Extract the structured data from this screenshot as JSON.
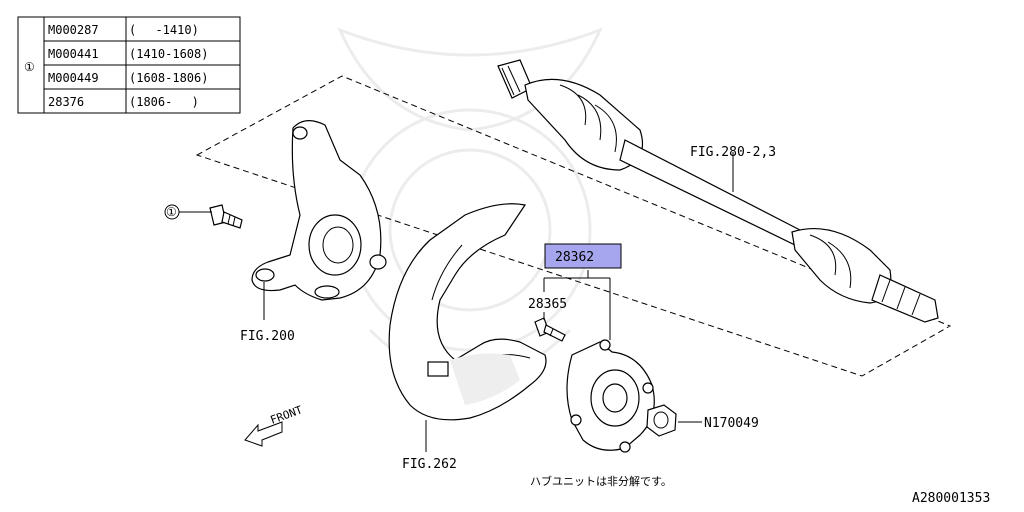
{
  "table": {
    "ref_mark": "①",
    "rows": [
      {
        "part": "M000287",
        "range": "(　 -1410)"
      },
      {
        "part": "M000441",
        "range": "(1410-1608)"
      },
      {
        "part": "M000449",
        "range": "(1608-1806)"
      },
      {
        "part": "28376",
        "range": "(1806- 　)"
      }
    ]
  },
  "callouts": {
    "bolt_ref": "①",
    "fig_200": "FIG.200",
    "fig_262": "FIG.262",
    "fig_280": "FIG.280-2,3",
    "hub_assy": "28362",
    "hub_bolt": "28365",
    "nut": "N170049",
    "front": "FRONT"
  },
  "note": "ハブユニットは非分解です。",
  "diagram_id": "A280001353",
  "colors": {
    "highlight": "#a6a6ee",
    "line": "#000000"
  }
}
